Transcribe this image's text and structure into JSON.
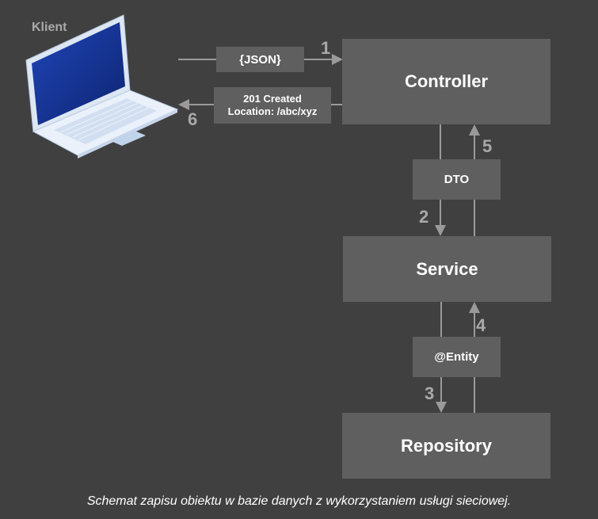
{
  "client_label": "Klient",
  "nodes": {
    "controller": "Controller",
    "service": "Service",
    "repository": "Repository"
  },
  "payloads": {
    "json": "{JSON}",
    "response_line1": "201 Created",
    "response_line2": "Location: /abc/xyz",
    "dto": "DTO",
    "entity": "@Entity"
  },
  "steps": [
    "1",
    "2",
    "3",
    "4",
    "5",
    "6"
  ],
  "caption": "Schemat zapisu obiektu w bazie danych z wykorzystaniem usługi sieciowej.",
  "colors": {
    "background": "#404040",
    "box": "#5f5f5f",
    "arrow": "#9a9a9a",
    "step_number": "#a9a9a9"
  }
}
